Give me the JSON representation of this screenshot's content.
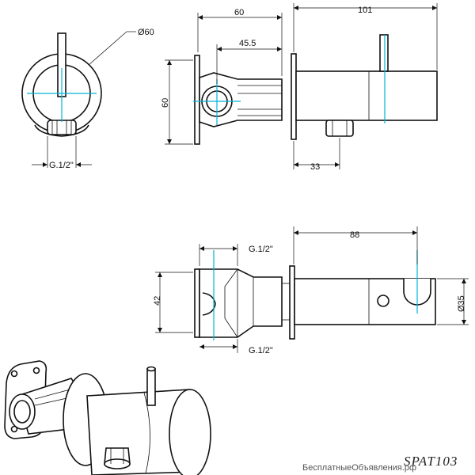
{
  "dimensions": {
    "diameter_60": "Ø60",
    "thread_front": "G.1/2\"",
    "depth_60": "60",
    "depth_45_5": "45.5",
    "height_60": "60",
    "length_101": "101",
    "offset_33": "33",
    "length_88": "88",
    "height_42": "42",
    "diameter_35": "Ø35",
    "thread_top": "G.1/2\"",
    "thread_bottom": "G.1/2\""
  },
  "model_code": "SPAT103",
  "watermark": "БесплатныеОбъявления.рф"
}
